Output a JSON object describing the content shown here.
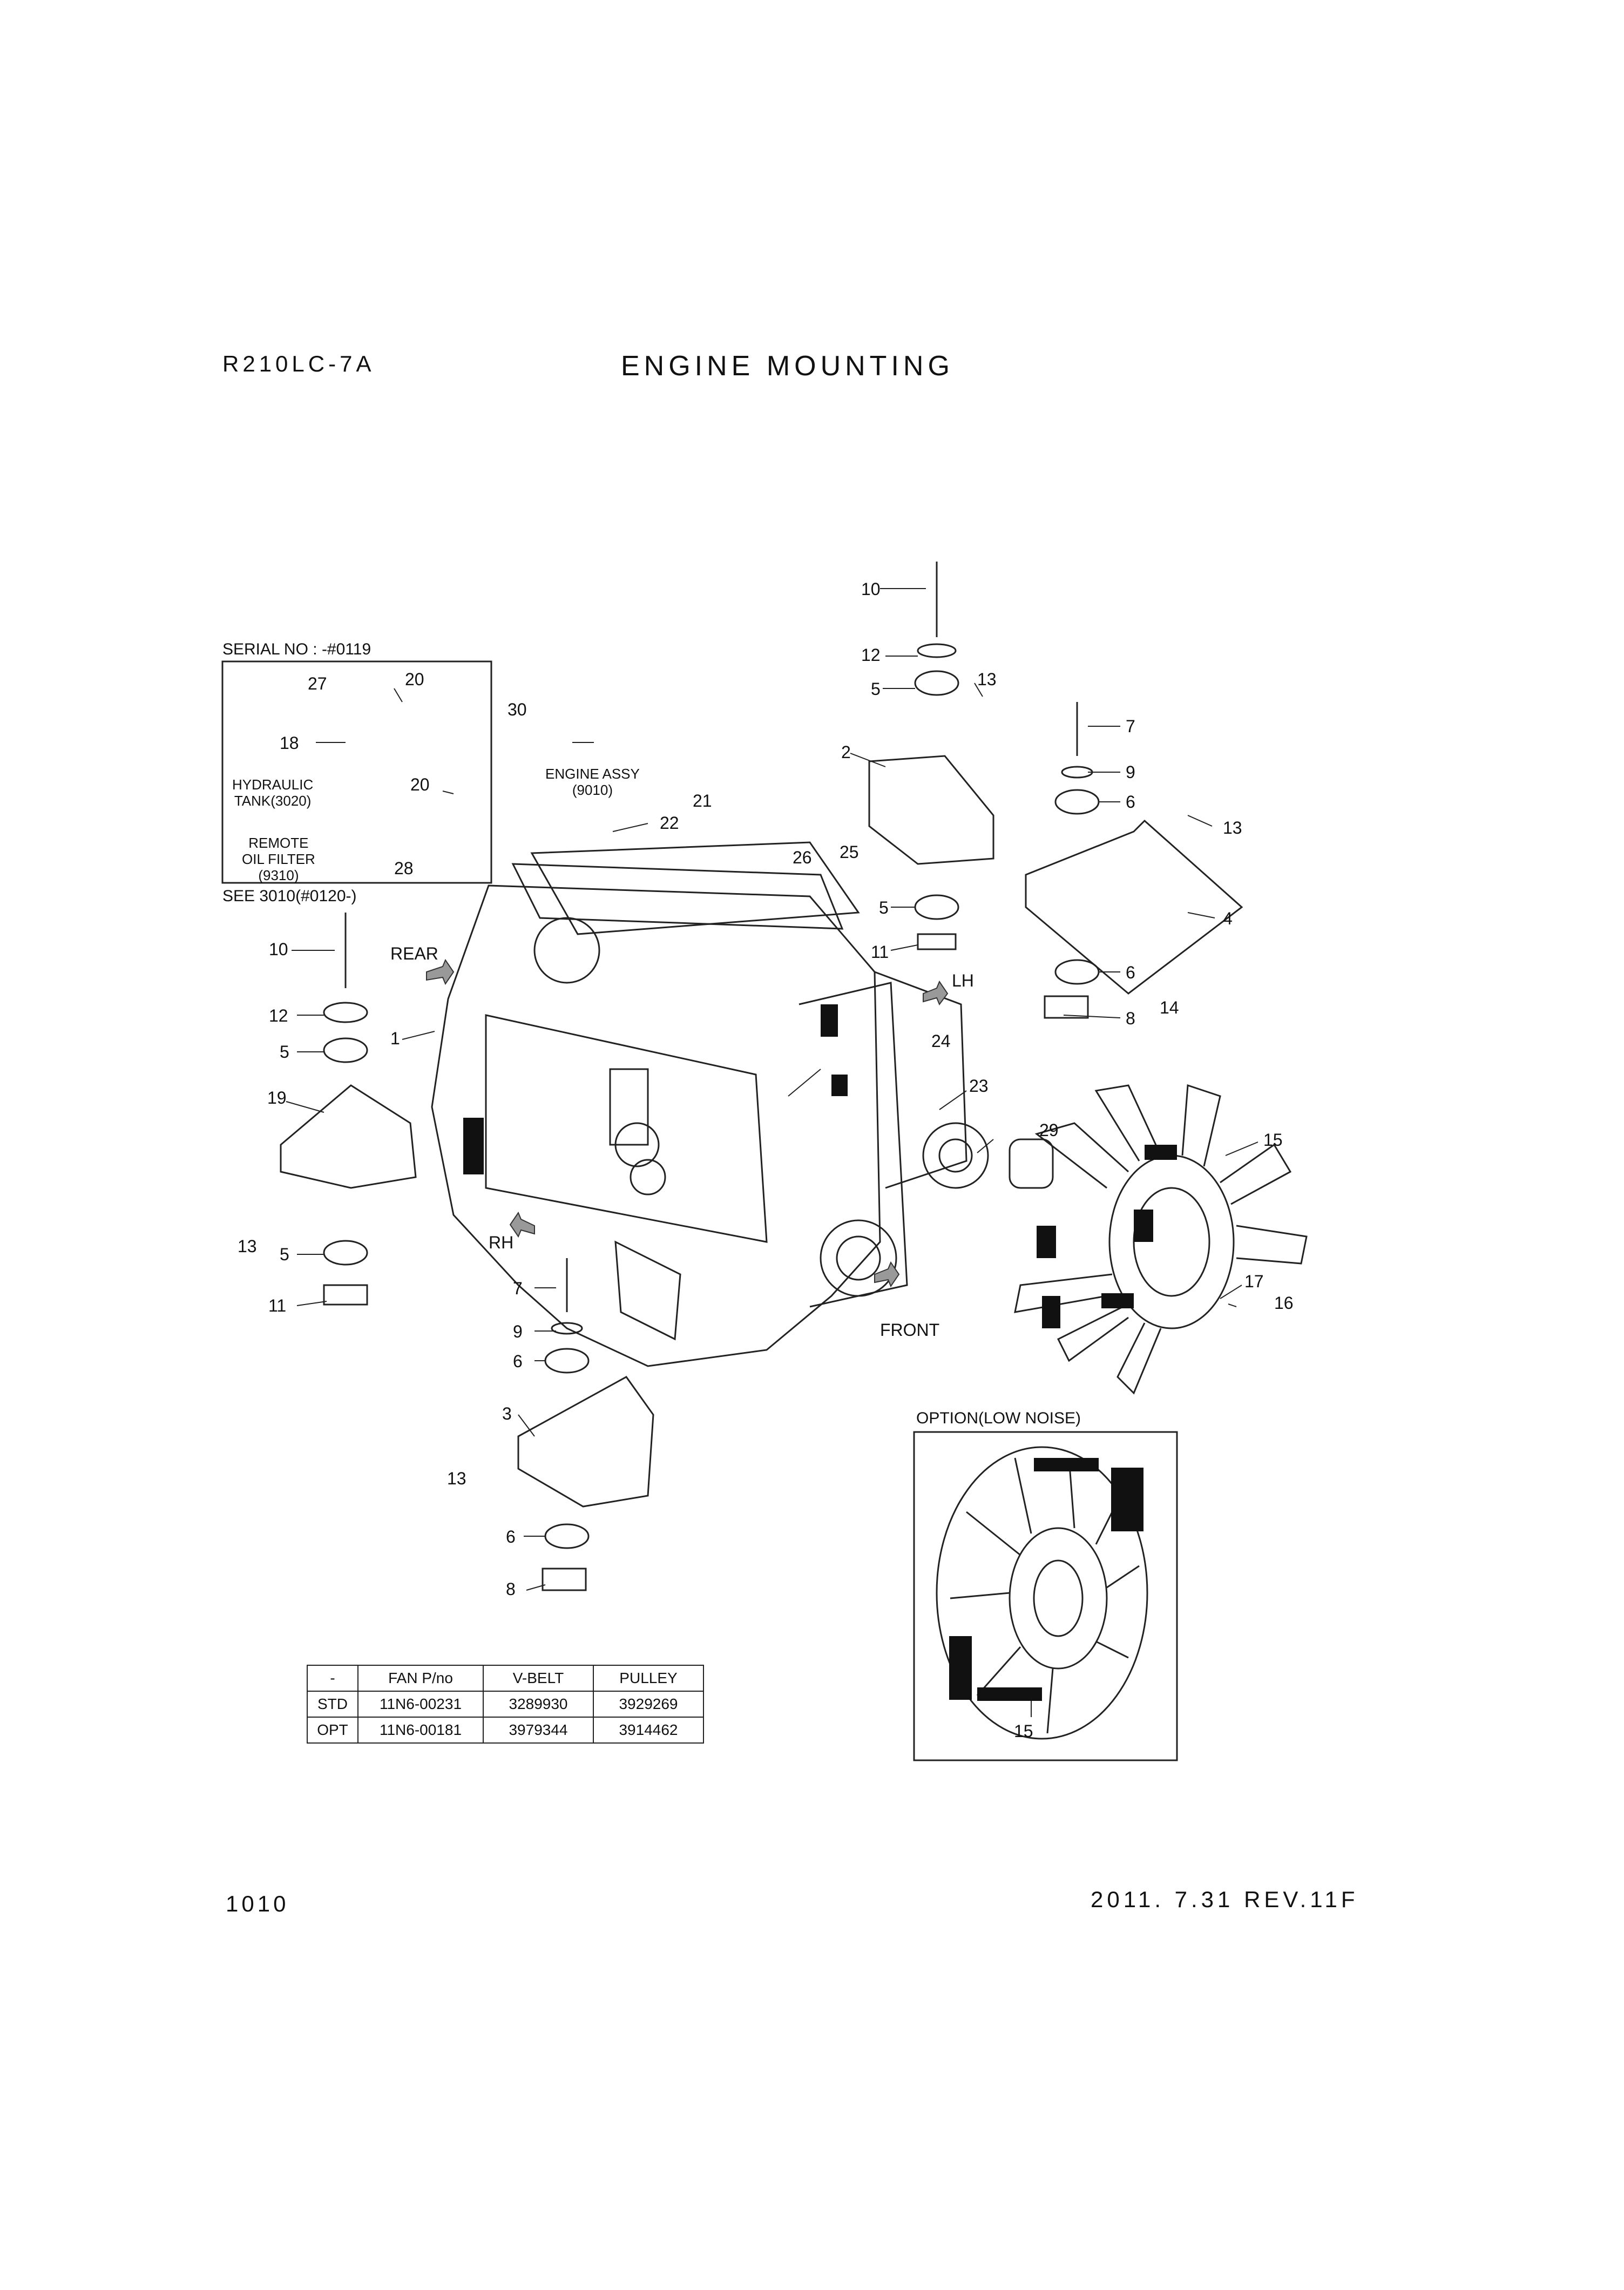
{
  "header": {
    "model": "R210LC-7A",
    "title": "ENGINE MOUNTING"
  },
  "footer": {
    "page": "1010",
    "revision": "2011. 7.31  REV.11F"
  },
  "callouts": {
    "serial_box_title": "SERIAL NO : -#0119",
    "see_note": "SEE 3010(#0120-)",
    "hydraulic_line1": "HYDRAULIC",
    "hydraulic_line2": "TANK(3020)",
    "remote_line1": "REMOTE",
    "remote_line2": "OIL FILTER",
    "remote_line3": "(9310)",
    "engine_assy_line1": "ENGINE ASSY",
    "engine_assy_line2": "(9010)",
    "rear": "REAR",
    "lh": "LH",
    "rh": "RH",
    "front": "FRONT",
    "option_title": "OPTION(LOW NOISE)"
  },
  "part_labels": {
    "p10a": "10",
    "p12a": "12",
    "p5a": "5",
    "p13a": "13",
    "p7a": "7",
    "p9a": "9",
    "p6a": "6",
    "p13b": "13",
    "p2": "2",
    "p4": "4",
    "p5b": "5",
    "p11a": "11",
    "p6b": "6",
    "p14": "14",
    "p8a": "8",
    "p27": "27",
    "p20a": "20",
    "p18": "18",
    "p20b": "20",
    "p28": "28",
    "p30": "30",
    "p21": "21",
    "p22": "22",
    "p25": "25",
    "p26": "26",
    "p24": "24",
    "p23": "23",
    "p29": "29",
    "p15a": "15",
    "p17": "17",
    "p16": "16",
    "p10b": "10",
    "p12b": "12",
    "p5c": "5",
    "p1": "1",
    "p19": "19",
    "p13c": "13",
    "p5d": "5",
    "p11b": "11",
    "p7b": "7",
    "p9b": "9",
    "p6c": "6",
    "p3": "3",
    "p13d": "13",
    "p6d": "6",
    "p8b": "8",
    "p15b": "15"
  },
  "spec_table": {
    "headers": [
      "-",
      "FAN P/no",
      "V-BELT",
      "PULLEY"
    ],
    "rows": [
      [
        "STD",
        "11N6-00231",
        "3289930",
        "3929269"
      ],
      [
        "OPT",
        "11N6-00181",
        "3979344",
        "3914462"
      ]
    ]
  }
}
